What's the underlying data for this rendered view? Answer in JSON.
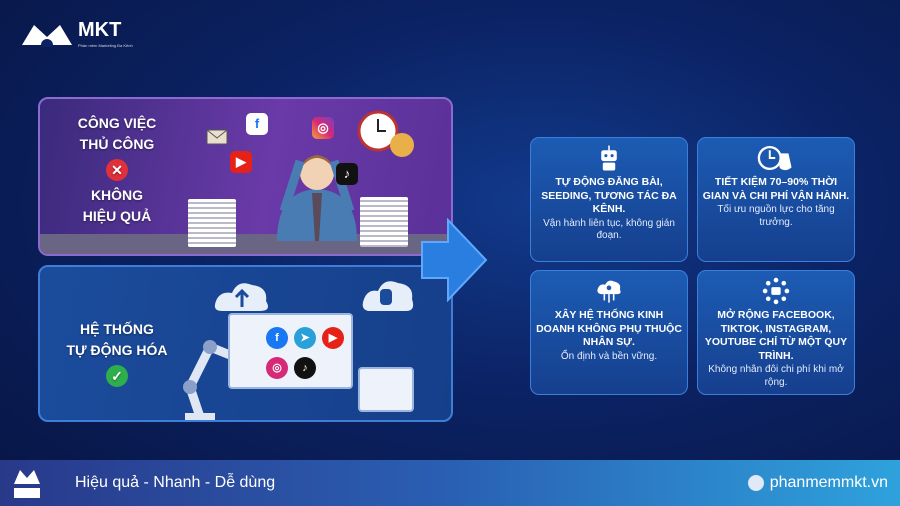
{
  "brand": {
    "name": "MKT",
    "tagline": "Phần mềm Marketing Đa Kênh",
    "website": "phanmemmkt.vn",
    "slogan": "Hiệu quả - Nhanh  - Dễ dùng"
  },
  "manual": {
    "title_lines": [
      "CÔNG VIỆC",
      "THỦ CÔNG"
    ],
    "status_icon": "x-icon",
    "result_lines": [
      "KHÔNG",
      "HIỆU QUẢ"
    ],
    "bg_color": "#5a3198"
  },
  "automation": {
    "title_lines": [
      "HỆ THỐNG",
      "TỰ ĐỘNG HÓA"
    ],
    "status_icon": "check-icon",
    "bg_color": "#1b4c9c"
  },
  "icons": {
    "facebook": "f",
    "youtube": "▶",
    "instagram": "◎",
    "tiktok": "♪",
    "telegram": "➤",
    "x": "✕",
    "check": "✓"
  },
  "cards": [
    {
      "icon": "robot-icon",
      "heading": "TỰ ĐỘNG ĐĂNG BÀI, SEEDING, TƯƠNG TÁC ĐA KÊNH.",
      "sub": "Vận hành liên tục, không gián đoạn."
    },
    {
      "icon": "clock-money-icon",
      "heading": "TIẾT KIỆM 70–90% THỜI GIAN VÀ CHI PHÍ VẬN HÀNH.",
      "sub": "Tối ưu nguồn lực cho tăng trưởng."
    },
    {
      "icon": "cloud-network-icon",
      "heading": "XÂY HỆ THỐNG KINH DOANH KHÔNG PHỤ THUỘC NHÂN SỰ.",
      "sub": "Ổn định và bền vững."
    },
    {
      "icon": "multichannel-hub-icon",
      "heading": "MỞ RỘNG FACEBOOK, TIKTOK, INSTAGRAM, YOUTUBE CHỈ TỪ MỘT QUY TRÌNH.",
      "sub": "Không nhân đôi chi phí khi mở rộng."
    }
  ]
}
